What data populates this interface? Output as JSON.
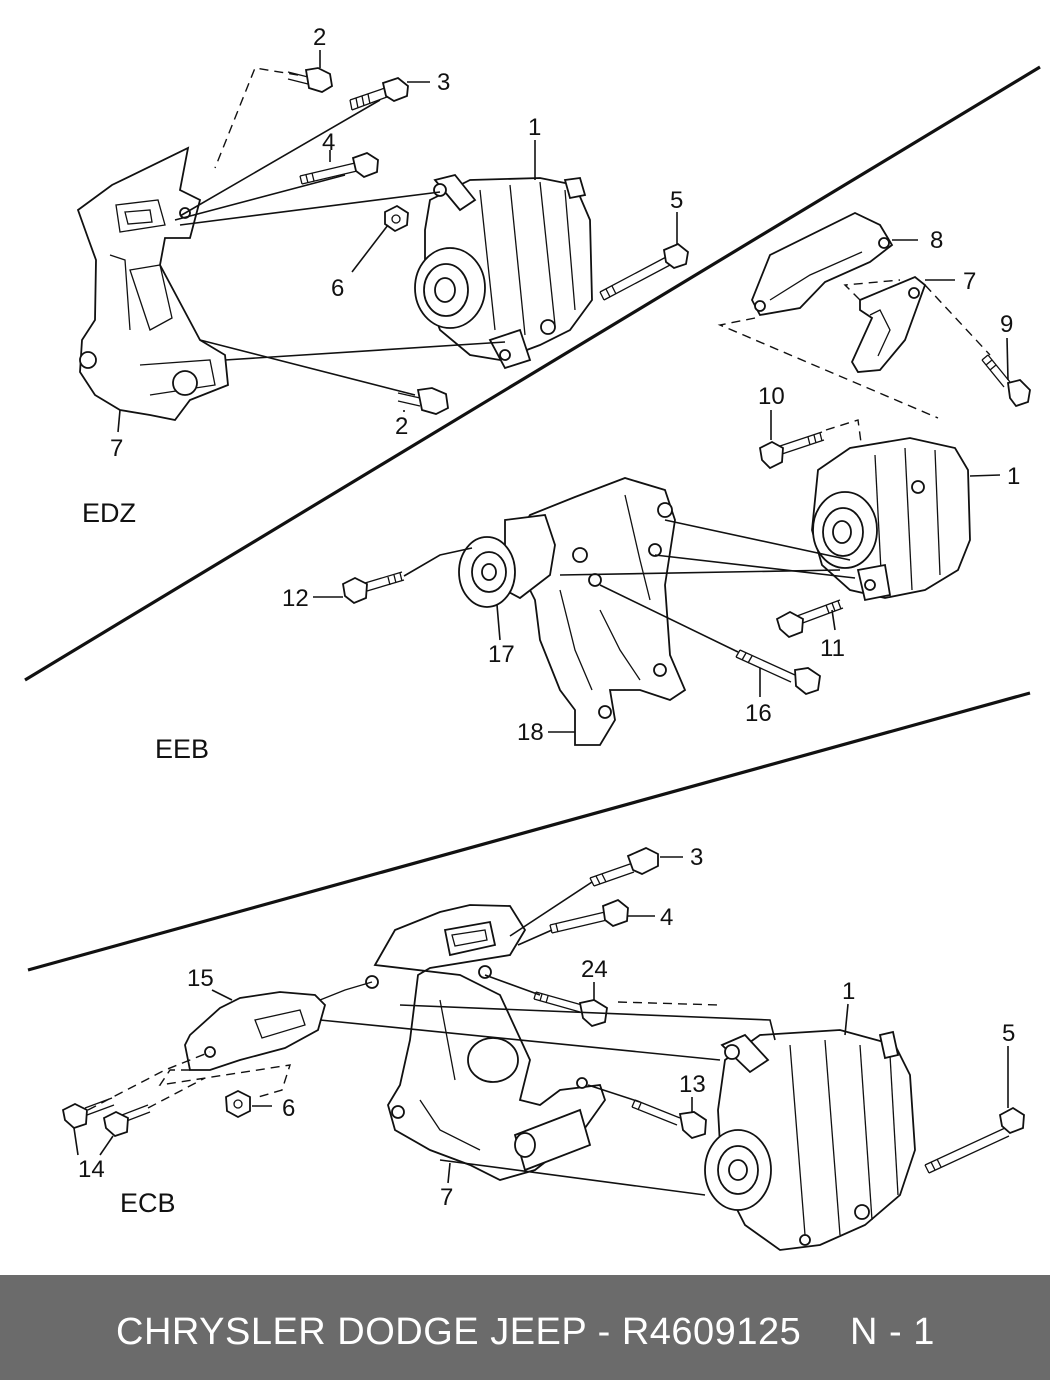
{
  "sections": {
    "edz": "EDZ",
    "eeb": "EEB",
    "ecb": "ECB"
  },
  "callouts": {
    "edz": {
      "n2a": "2",
      "n3": "3",
      "n4": "4",
      "n1": "1",
      "n5": "5",
      "n6": "6",
      "n2b": "2",
      "n7": "7"
    },
    "eeb": {
      "n8": "8",
      "n7": "7",
      "n9": "9",
      "n10": "10",
      "n1": "1",
      "n12": "12",
      "n17": "17",
      "n11": "11",
      "n16": "16",
      "n18": "18"
    },
    "ecb": {
      "n3": "3",
      "n4": "4",
      "n24": "24",
      "n15": "15",
      "n1": "1",
      "n5": "5",
      "n13": "13",
      "n6": "6",
      "n14": "14",
      "n7": "7"
    }
  },
  "footer": {
    "part_text": "CHRYSLER DODGE JEEP - R4609125",
    "page_text": "N - 1"
  },
  "colors": {
    "footer_bg": "#6b6b6b",
    "footer_text": "#ffffff",
    "line": "#111111"
  }
}
